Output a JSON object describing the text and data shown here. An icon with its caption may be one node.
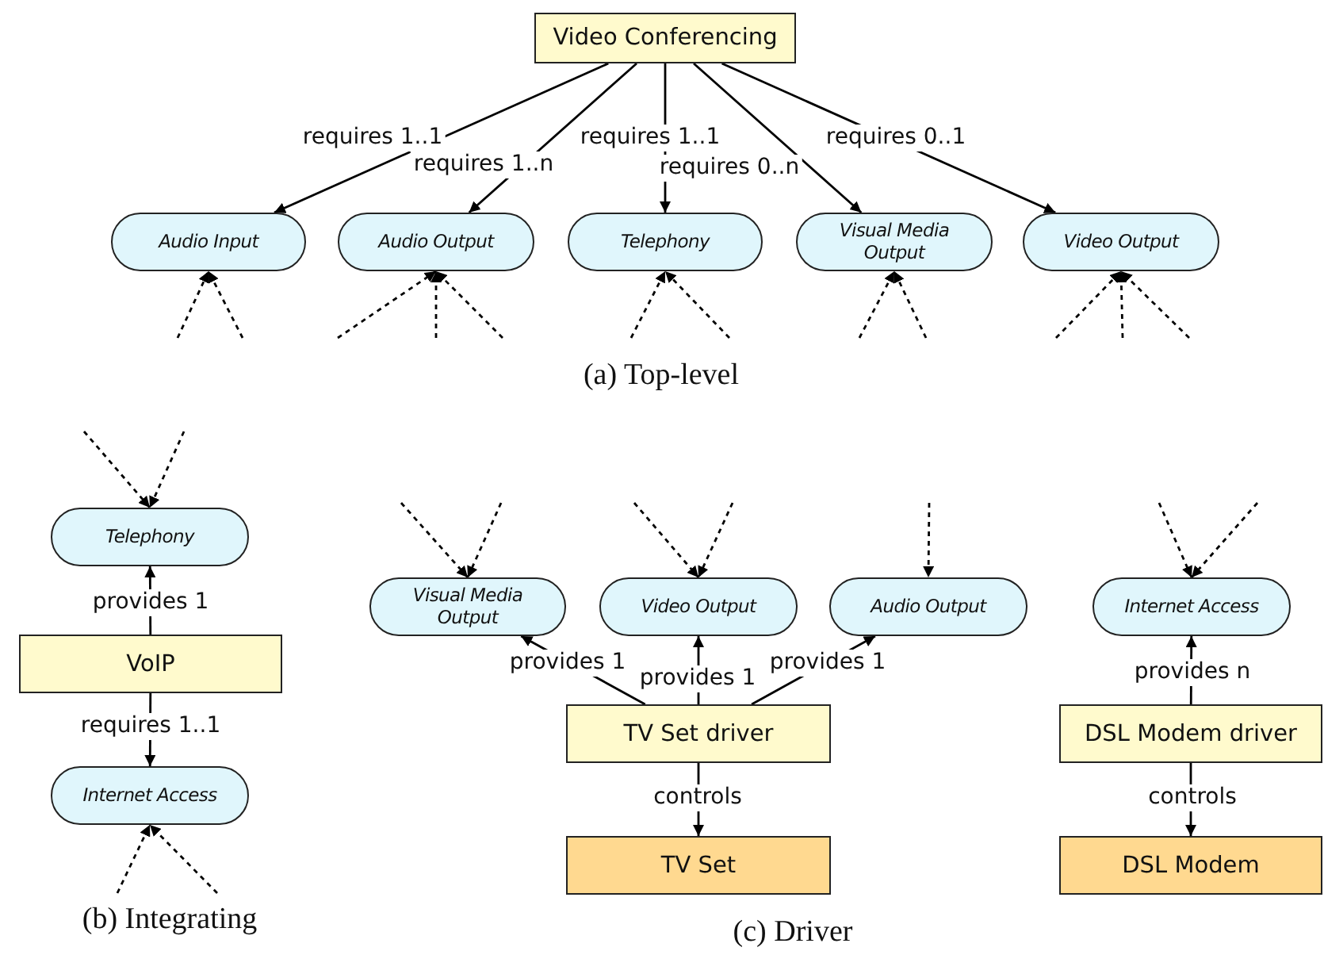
{
  "diagram": {
    "nodes": [
      {
        "text": [
          "Video Conferencing"
        ]
      },
      {
        "text": [
          "Audio Input"
        ]
      },
      {
        "text": [
          "Audio Output"
        ]
      },
      {
        "text": [
          "Telephony"
        ]
      },
      {
        "text": [
          "Visual Media Output"
        ]
      },
      {
        "text": [
          "Video Output"
        ]
      },
      {
        "text": [
          "Telephony"
        ]
      },
      {
        "text": [
          "VoIP"
        ]
      },
      {
        "text": [
          "Internet Access"
        ]
      },
      {
        "text": [
          "Visual Media Output"
        ]
      },
      {
        "text": [
          "Video Output"
        ]
      },
      {
        "text": [
          "Audio Output"
        ]
      },
      {
        "text": [
          "TV Set driver"
        ]
      },
      {
        "text": [
          "TV Set"
        ]
      },
      {
        "text": [
          "Internet Access"
        ]
      },
      {
        "text": [
          "DSL Modem driver"
        ]
      },
      {
        "text": [
          "DSL Modem"
        ]
      }
    ],
    "edges": [
      {
        "from": 0,
        "to": 1,
        "arrow": "to",
        "label": "requires 1..1"
      },
      {
        "from": 0,
        "to": 2,
        "arrow": "to",
        "label": "requires 1..n"
      },
      {
        "from": 0,
        "to": 3,
        "arrow": "to",
        "label": "requires 1..1"
      },
      {
        "from": 0,
        "to": 4,
        "arrow": "to",
        "label": "requires 0..n"
      },
      {
        "from": 0,
        "to": 5,
        "arrow": "to",
        "label": "requires 0..1"
      },
      {
        "from": null,
        "to": 1,
        "arrow": "to",
        "style": "dashed"
      },
      {
        "from": null,
        "to": 1,
        "arrow": "to",
        "style": "dashed"
      },
      {
        "from": null,
        "to": 2,
        "arrow": "to",
        "style": "dashed"
      },
      {
        "from": null,
        "to": 2,
        "arrow": "to",
        "style": "dashed"
      },
      {
        "from": null,
        "to": 2,
        "arrow": "to",
        "style": "dashed"
      },
      {
        "from": null,
        "to": 3,
        "arrow": "to",
        "style": "dashed"
      },
      {
        "from": null,
        "to": 3,
        "arrow": "to",
        "style": "dashed"
      },
      {
        "from": null,
        "to": 4,
        "arrow": "to",
        "style": "dashed"
      },
      {
        "from": null,
        "to": 4,
        "arrow": "to",
        "style": "dashed"
      },
      {
        "from": null,
        "to": 5,
        "arrow": "to",
        "style": "dashed"
      },
      {
        "from": null,
        "to": 5,
        "arrow": "to",
        "style": "dashed"
      },
      {
        "from": null,
        "to": 5,
        "arrow": "to",
        "style": "dashed"
      },
      {
        "from": 7,
        "to": 6,
        "arrow": "to",
        "label": "provides 1"
      },
      {
        "from": 7,
        "to": 8,
        "arrow": "to",
        "label": "requires 1..1"
      },
      {
        "from": null,
        "to": 6,
        "arrow": "to",
        "style": "dashed"
      },
      {
        "from": null,
        "to": 6,
        "arrow": "to",
        "style": "dashed"
      },
      {
        "from": null,
        "to": 8,
        "arrow": "to",
        "style": "dashed"
      },
      {
        "from": null,
        "to": 8,
        "arrow": "to",
        "style": "dashed"
      },
      {
        "from": 12,
        "to": 9,
        "arrow": "to",
        "label": "provides 1"
      },
      {
        "from": 12,
        "to": 10,
        "arrow": "to",
        "label": "provides 1"
      },
      {
        "from": 12,
        "to": 11,
        "arrow": "to",
        "label": "provides 1"
      },
      {
        "from": 12,
        "to": 13,
        "arrow": "to",
        "label": "controls"
      },
      {
        "from": 15,
        "to": 14,
        "arrow": "to",
        "label": "provides n"
      },
      {
        "from": 15,
        "to": 16,
        "arrow": "to",
        "label": "controls"
      },
      {
        "from": null,
        "to": 9,
        "arrow": "to",
        "style": "dashed"
      },
      {
        "from": null,
        "to": 9,
        "arrow": "to",
        "style": "dashed"
      },
      {
        "from": null,
        "to": 10,
        "arrow": "to",
        "style": "dashed"
      },
      {
        "from": null,
        "to": 10,
        "arrow": "to",
        "style": "dashed"
      },
      {
        "from": null,
        "to": 11,
        "arrow": "to",
        "style": "dashed"
      },
      {
        "from": null,
        "to": 14,
        "arrow": "to",
        "style": "dashed"
      },
      {
        "from": null,
        "to": 14,
        "arrow": "to",
        "style": "dashed"
      }
    ],
    "labels": [
      "(a) Top-level",
      "(b) Integrating",
      "(c) Driver"
    ]
  }
}
